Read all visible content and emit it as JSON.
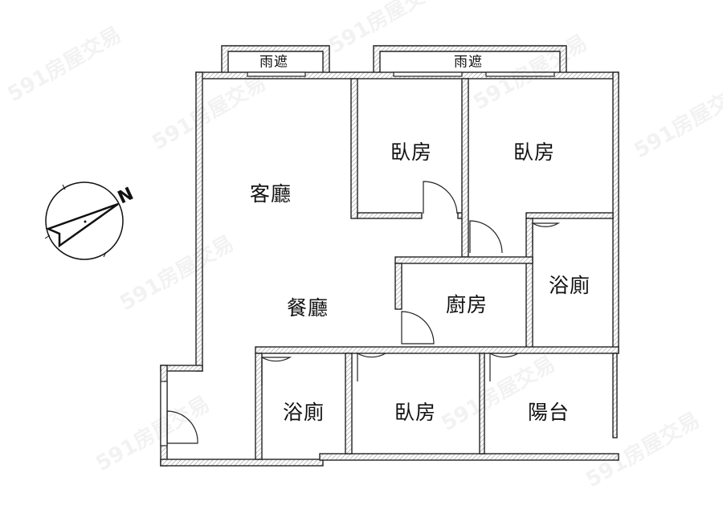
{
  "floor_plan": {
    "canopies": [
      "雨遮",
      "雨遮"
    ],
    "rooms": {
      "living_room": "客廳",
      "dining_room": "餐廳",
      "bedroom_top_left": "臥房",
      "bedroom_top_right": "臥房",
      "bathroom_right": "浴廁",
      "kitchen": "廚房",
      "bathroom_bottom": "浴廁",
      "bedroom_bottom": "臥房",
      "balcony": "陽台"
    },
    "compass_label": "N",
    "watermark": "591房屋交易"
  }
}
